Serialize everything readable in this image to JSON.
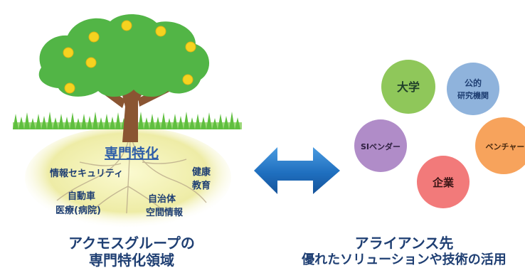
{
  "left_group": {
    "root_title": "専門特化",
    "domains": [
      "情報セキュリティ",
      "健康",
      "教育",
      "自動車",
      "自治体",
      "医療(病院)",
      "空間情報"
    ],
    "caption_line1": "アクモスグループの",
    "caption_line2": "専門特化領域"
  },
  "right_group": {
    "partners": [
      {
        "label_line1": "大学",
        "label_line2": "",
        "color": "#8fc75a"
      },
      {
        "label_line1": "公的",
        "label_line2": "研究機関",
        "color": "#8fb3dc"
      },
      {
        "label_line1": "SIベンダー",
        "label_line2": "",
        "color": "#b08cc8"
      },
      {
        "label_line1": "ベンチャー",
        "label_line2": "",
        "color": "#f7a35c"
      },
      {
        "label_line1": "企業",
        "label_line2": "",
        "color": "#f27a7a"
      }
    ],
    "caption_line1": "アライアンス先",
    "caption_line2": "優れたソリューションや技術の活用"
  },
  "colors": {
    "foliage": "#52b546",
    "fruit": "#f5d320",
    "trunk": "#8a5532",
    "grass": "#6cc24a",
    "root_zone": "#f0efb0",
    "arrow": "#1f73c2",
    "text_dark": "#1f3f73",
    "title_blue": "#2f5fa8"
  }
}
